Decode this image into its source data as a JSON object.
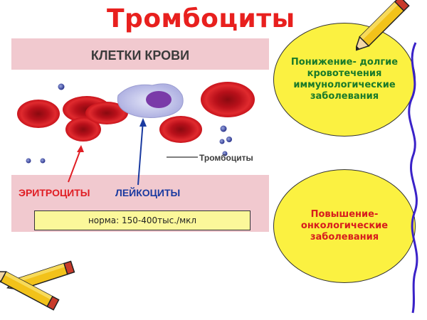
{
  "title": "Тромбоциты",
  "panel": {
    "heading": "КЛЕТКИ КРОВИ",
    "labels": {
      "platelets": "Тромбоциты",
      "erythrocytes": "ЭРИТРОЦИТЫ",
      "leukocytes": "ЛЕЙКОЦИТЫ"
    },
    "norm": "норма: 150-400тыс./мкл"
  },
  "bubbles": {
    "decrease": [
      "Понижение- долгие",
      "кровотечения",
      "иммунологические",
      "заболевания"
    ],
    "increase": [
      "Повышение-",
      "онкологические",
      "заболевания"
    ]
  },
  "colors": {
    "title": "#e8201e",
    "bubble_fill": "#fbf141",
    "decrease_text": "#1a7a2a",
    "increase_text": "#d71d1d",
    "erythrocyte": "#c8141c",
    "leukocyte_label": "#1a3aa0"
  }
}
